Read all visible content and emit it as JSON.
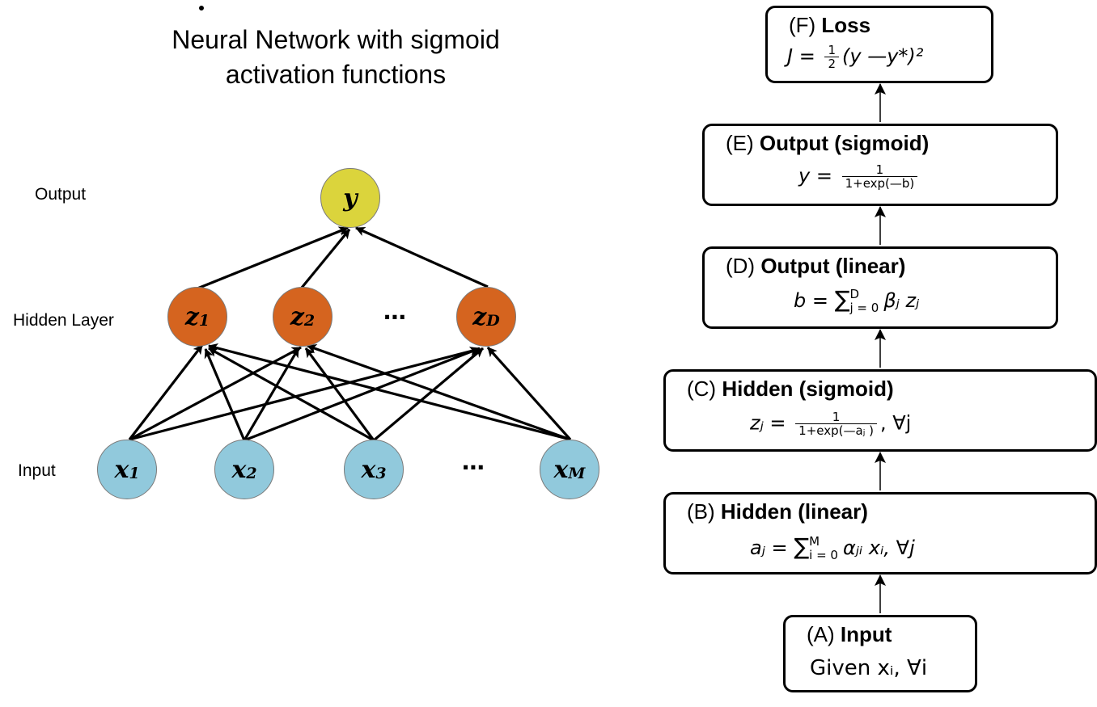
{
  "diagram": {
    "title_line1": "Neural Network with sigmoid",
    "title_line2": "activation functions",
    "layer_labels": {
      "output": "Output",
      "hidden": "Hidden Layer",
      "input": "Input"
    },
    "nodes": {
      "y": {
        "base": "y"
      },
      "z1": {
        "base": "z",
        "sub": "1"
      },
      "z2": {
        "base": "z",
        "sub": "2"
      },
      "zD": {
        "base": "z",
        "sub": "D"
      },
      "x1": {
        "base": "x",
        "sub": "1"
      },
      "x2": {
        "base": "x",
        "sub": "2"
      },
      "x3": {
        "base": "x",
        "sub": "3"
      },
      "xM": {
        "base": "x",
        "sub": "M"
      }
    },
    "ellipsis": "⋯",
    "colors": {
      "input": "#91c9dc",
      "hidden": "#d5641f",
      "output": "#dbd43c"
    }
  },
  "pipeline": {
    "F": {
      "prefix": "(F) ",
      "bold": "Loss",
      "lhs": "J",
      "eq": " = ",
      "frac_num": "1",
      "frac_den": "2",
      "rhs": "(y —y*)²"
    },
    "E": {
      "prefix": "(E) ",
      "bold": "Output (sigmoid)",
      "lhs": "y",
      "eq": " = ",
      "frac_num": "1",
      "frac_den": "1+exp(—b)"
    },
    "D": {
      "prefix": "(D) ",
      "bold": "Output (linear)",
      "lhs": "b",
      "eq": " = ",
      "sum": "∑",
      "sup": "D",
      "sub": "j = 0",
      "rhs": "βⱼ zⱼ"
    },
    "C": {
      "prefix": "(C) ",
      "bold": "Hidden (sigmoid)",
      "lhs": "zⱼ",
      "eq": " = ",
      "frac_num": "1",
      "frac_den": "1+exp(—aⱼ )",
      "rhs": ",   ∀j"
    },
    "B": {
      "prefix": "(B) ",
      "bold": "Hidden (linear)",
      "lhs": "aⱼ",
      "eq": " = ",
      "sum": "∑",
      "sup": "M",
      "sub": "i = 0",
      "rhs": "αⱼᵢ xᵢ,   ∀j"
    },
    "A": {
      "prefix": "(A) ",
      "bold": "Input",
      "text": "Given xᵢ,   ∀i"
    }
  }
}
